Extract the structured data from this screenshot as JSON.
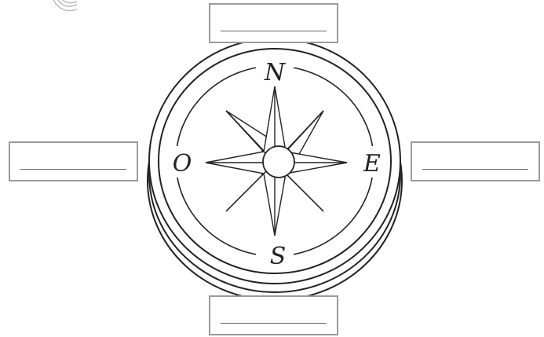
{
  "compass": {
    "north_letter": "N",
    "south_letter": "S",
    "east_letter": "E",
    "west_letter": "O",
    "line_color": "#222222"
  },
  "answer_boxes": {
    "north": "",
    "south": "",
    "west": "",
    "east": "",
    "border_color": "#9a9a9a"
  },
  "icons": {
    "top_left_corner": "seashell-logo-icon"
  }
}
